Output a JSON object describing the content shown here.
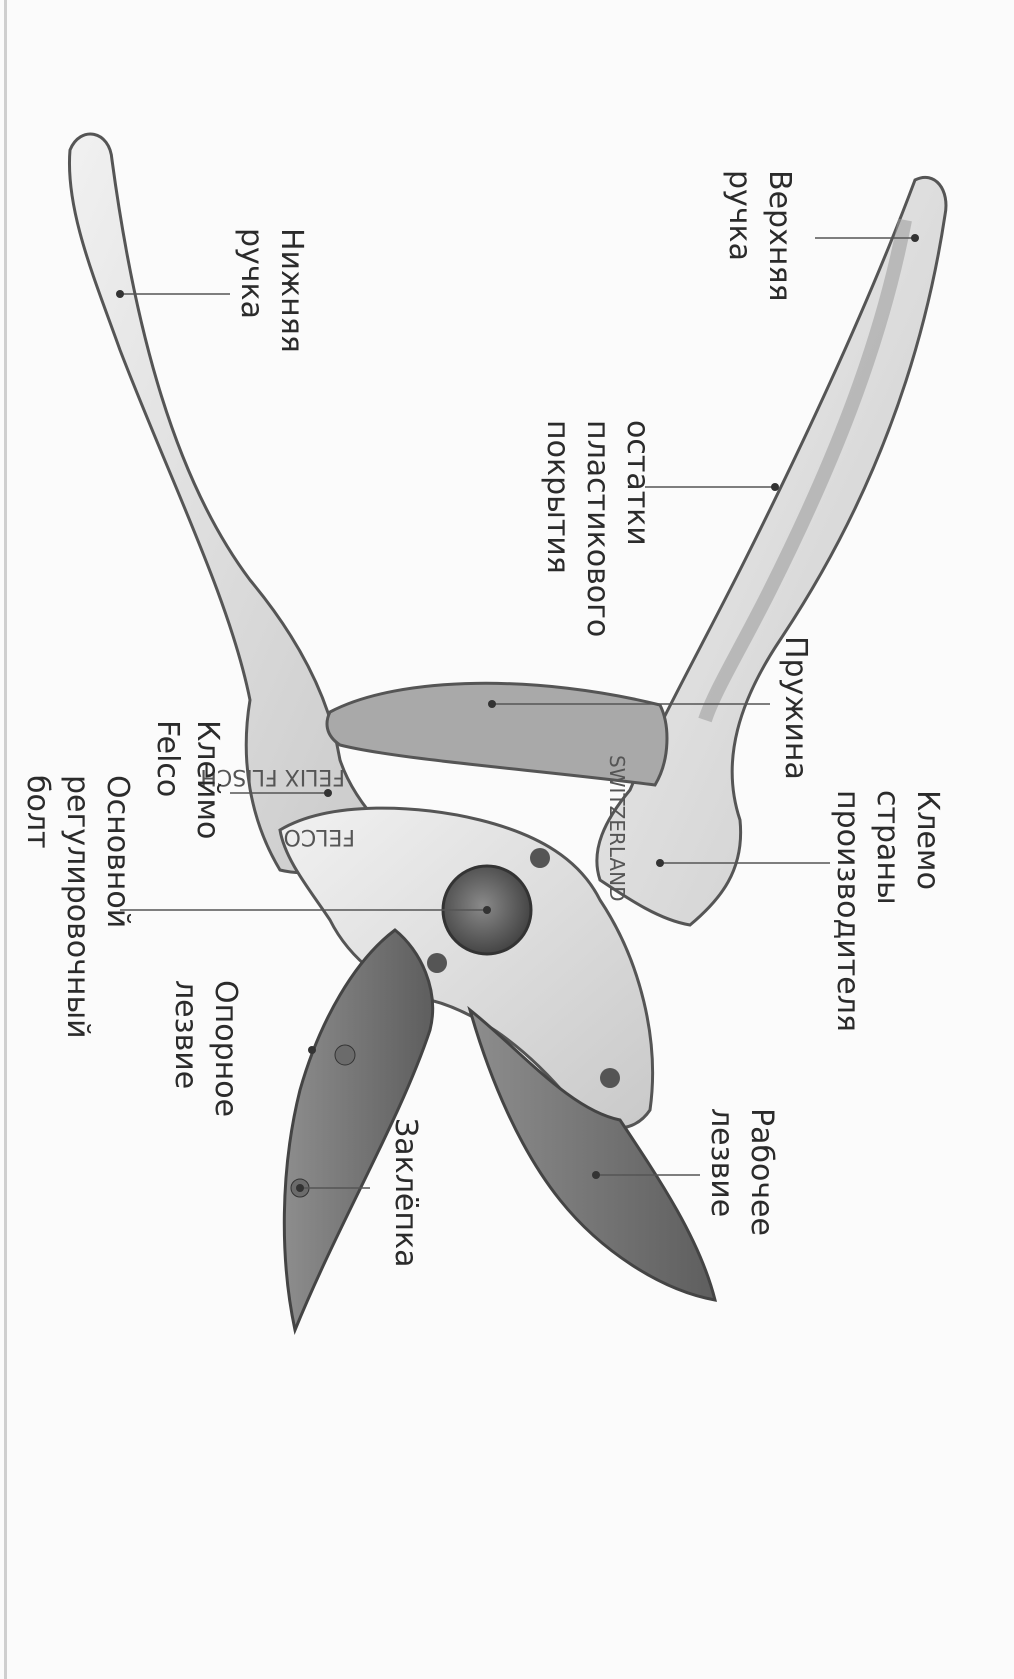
{
  "labels": {
    "upper_handle": [
      "Верхняя",
      "ручка"
    ],
    "lower_handle": [
      "Нижняя",
      "ручка"
    ],
    "coating": [
      "остатки",
      "пластикового",
      "покрытия"
    ],
    "spring": [
      "Пружина"
    ],
    "country_stamp": [
      "Клемо",
      "страны",
      "производителя"
    ],
    "felco_stamp": [
      "Клеймо",
      "Felco"
    ],
    "main_bolt": [
      "Основной",
      "регулировочный",
      "болт"
    ],
    "anvil_blade": [
      "Опорное",
      "лезвие"
    ],
    "working_blade": [
      "Рабочее",
      "лезвие"
    ],
    "rivet": [
      "Заклёпка"
    ]
  },
  "stamps": {
    "felix": "FELIX FLISCH",
    "felco": "FELCO",
    "swiss": "SWITZERLAND"
  }
}
